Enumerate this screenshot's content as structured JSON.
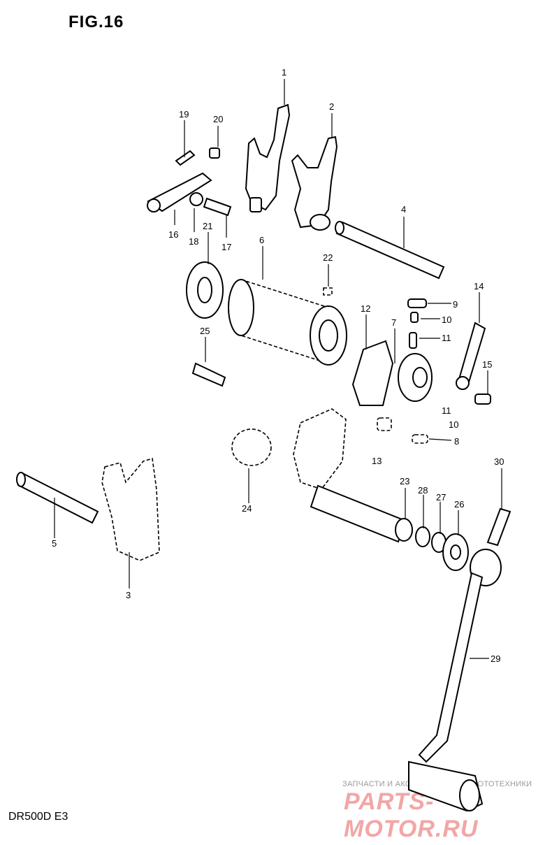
{
  "figure_title": "FIG.16",
  "model_code": "DR500D E3",
  "watermark": {
    "line1": "ЗАПЧАСТИ И АКСЕССУАРЫ ДЛЯ МОТОТЕХНИКИ",
    "line2": "PARTS-MOTOR.RU"
  },
  "part_numbers": [
    "1",
    "2",
    "4",
    "19",
    "20",
    "16",
    "18",
    "17",
    "21",
    "6",
    "22",
    "25",
    "9",
    "10",
    "11",
    "12",
    "7",
    "14",
    "15",
    "8",
    "13",
    "24",
    "5",
    "3",
    "23",
    "28",
    "27",
    "26",
    "30",
    "29"
  ]
}
